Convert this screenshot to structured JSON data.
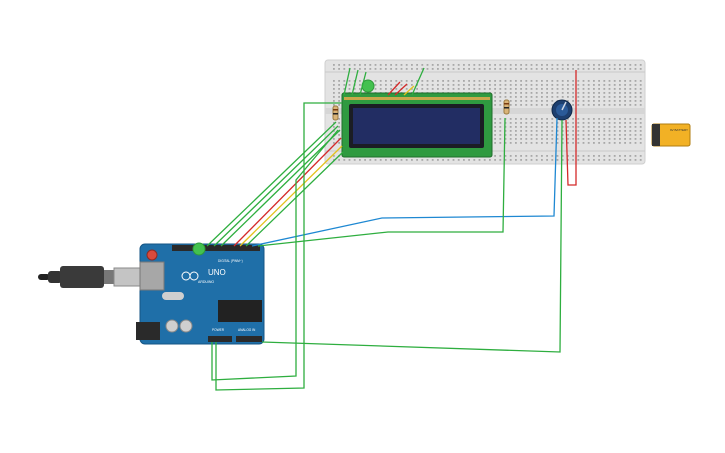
{
  "arduino": {
    "logo_text": "UNO",
    "brand_text": "ARDUINO",
    "digital_label": "DIGITAL (PWM~)",
    "power_label": "POWER",
    "analog_label": "ANALOG IN",
    "color": "#1f6fa8"
  },
  "lcd": {
    "screen_color": "#222d63",
    "board_color": "#2f9a40"
  },
  "battery": {
    "label": "9V BATTERY",
    "color": "#f2b125"
  },
  "breadboard": {
    "color": "#e3e3e3"
  },
  "wire_colors": {
    "green": "#2eae3f",
    "blue": "#1e88d2",
    "red": "#d42a2a",
    "yellow": "#e3c21c",
    "black": "#222222"
  }
}
